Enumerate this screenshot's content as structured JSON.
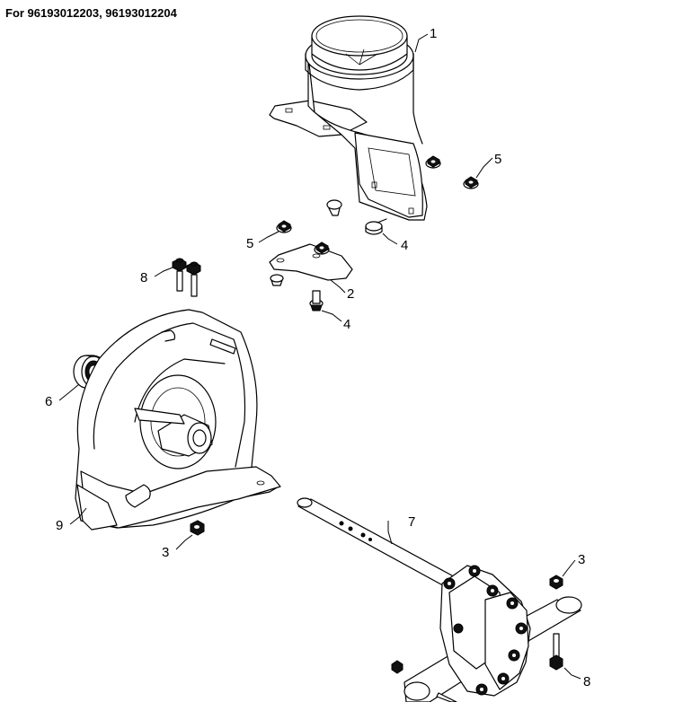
{
  "header": {
    "text": "For 96193012203, 96193012204"
  },
  "callouts": {
    "p1": "1",
    "p2": "2",
    "p3a": "3",
    "p3b": "3",
    "p4a": "4",
    "p4b": "4",
    "p5a": "5",
    "p5b": "5",
    "p6": "6",
    "p7": "7",
    "p8a": "8",
    "p8b": "8",
    "p9": "9"
  }
}
